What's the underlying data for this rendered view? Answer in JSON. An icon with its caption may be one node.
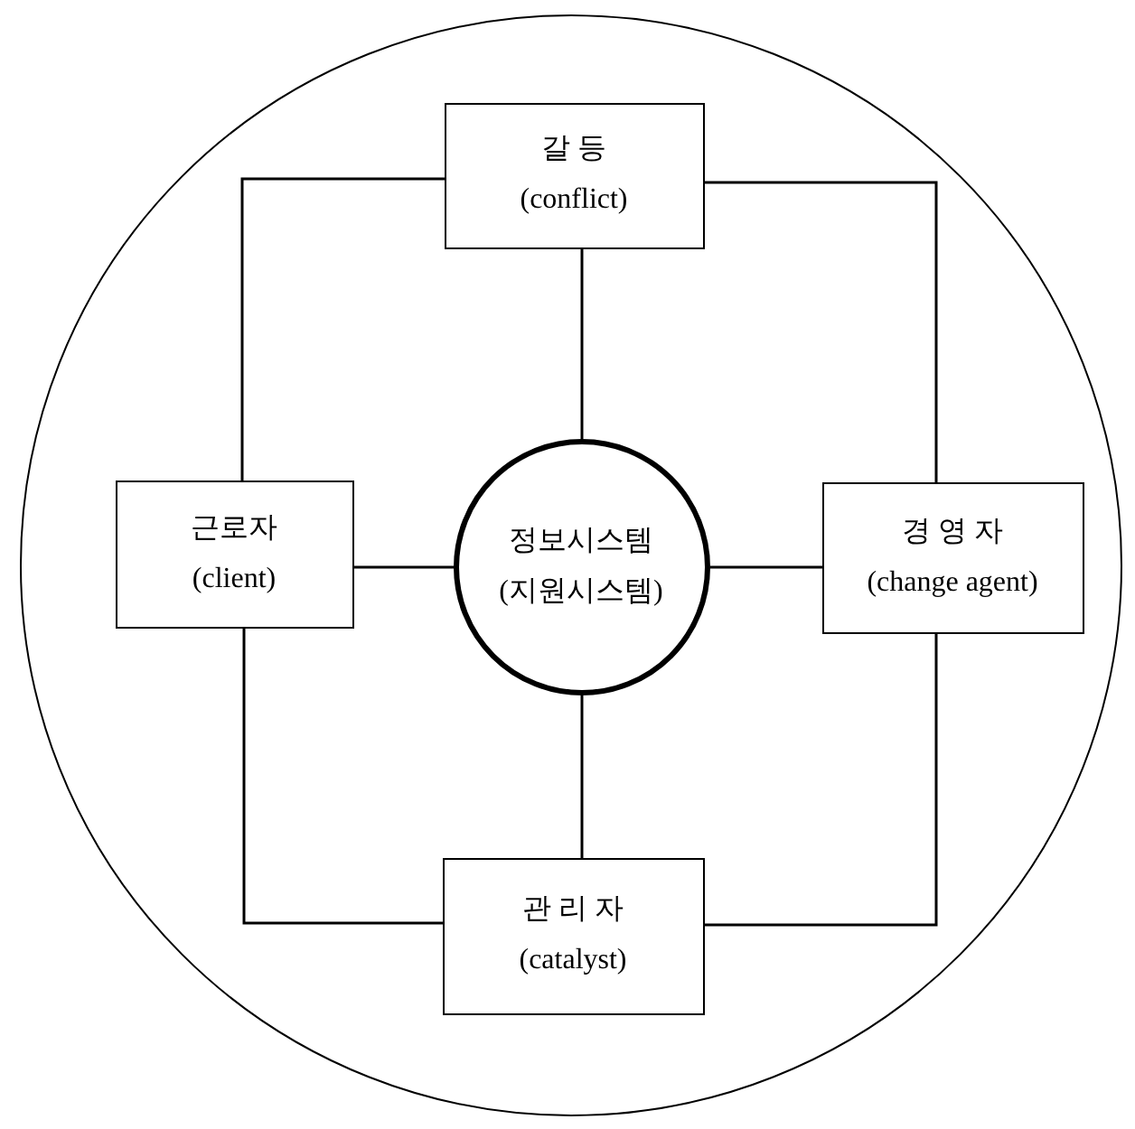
{
  "diagram": {
    "nodes": [
      {
        "text": [],
        "shape": "circle"
      },
      {
        "text": [
          "갈 등",
          "(conflict)"
        ],
        "in": 0
      },
      {
        "text": [
          "근로자",
          "(client)"
        ],
        "in": 0
      },
      {
        "text": [
          "정보시스템",
          "(지원시스템)"
        ],
        "in": 0
      },
      {
        "text": [
          "경 영 자",
          "(change agent)"
        ],
        "in": 0
      },
      {
        "text": [
          "관 리 자",
          "(catalyst)"
        ],
        "in": 0
      }
    ],
    "edges": [
      {
        "from": 1,
        "to": 3,
        "arrow": "none"
      },
      {
        "from": 2,
        "to": 3,
        "arrow": "none"
      },
      {
        "from": 3,
        "to": 4,
        "arrow": "none"
      },
      {
        "from": 3,
        "to": 5,
        "arrow": "none"
      },
      {
        "from": 1,
        "to": 2,
        "arrow": "none"
      },
      {
        "from": 1,
        "to": 4,
        "arrow": "none"
      },
      {
        "from": 2,
        "to": 5,
        "arrow": "none"
      },
      {
        "from": 4,
        "to": 5,
        "arrow": "none"
      }
    ]
  }
}
